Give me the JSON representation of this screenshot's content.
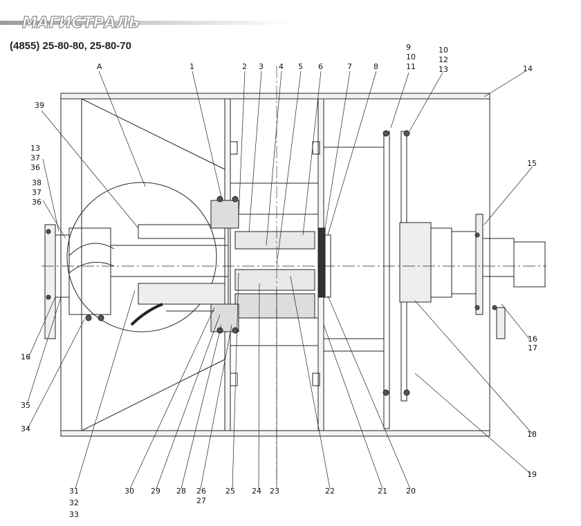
{
  "header": {
    "logo_text": "МАГИСТРАЛЬ",
    "phone": "(4855) 25-80-80, 25-80-70"
  },
  "callouts": {
    "A": "А",
    "n1": "1",
    "n2": "2",
    "n3": "3",
    "n4": "4",
    "n5": "5",
    "n6": "6",
    "n7": "7",
    "n8": "8",
    "n9": "9",
    "n10": "10",
    "n11": "11",
    "n10b": "10",
    "n12": "12",
    "n13": "13",
    "n14": "14",
    "n15": "15",
    "n16": "16",
    "n17": "17",
    "n18": "18",
    "n19": "19",
    "n20": "20",
    "n21": "21",
    "n22": "22",
    "n23": "23",
    "n24": "24",
    "n25": "25",
    "n26": "26",
    "n27": "27",
    "n28": "28",
    "n29": "29",
    "n30": "30",
    "n31": "31",
    "n32": "32",
    "n33": "33",
    "n34": "34",
    "n35": "35",
    "n16b": "16",
    "n36": "36",
    "n37": "37",
    "n38": "38",
    "n13b": "13",
    "n37b": "37",
    "n36b": "36",
    "n39": "39"
  }
}
